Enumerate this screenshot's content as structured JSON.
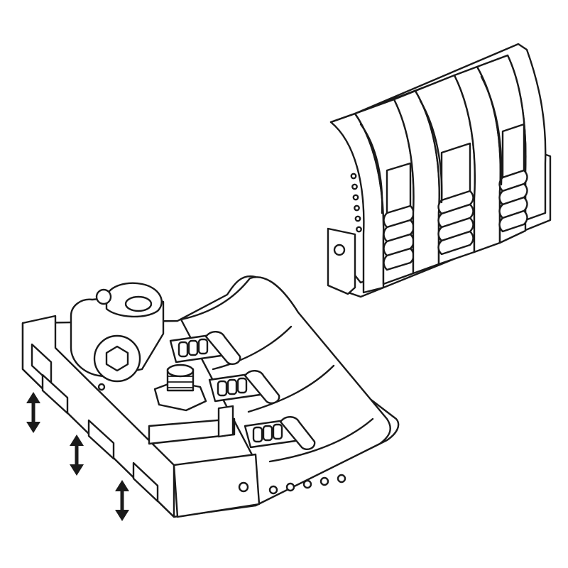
{
  "figure": {
    "background": "#ffffff",
    "line_color": "#1a1a1a",
    "components": [
      {
        "id": "upper-module",
        "description_icon": "roller-cage-block-icon",
        "roller_columns": 3,
        "side_holes": 6
      },
      {
        "id": "lower-module",
        "description_icon": "adjustable-roller-shoe-icon",
        "roller_sets": 3,
        "front_holes": 5
      },
      {
        "id": "adjustment-arrows",
        "description_icon": "double-arrow-vertical-icon",
        "count": 3
      }
    ]
  }
}
